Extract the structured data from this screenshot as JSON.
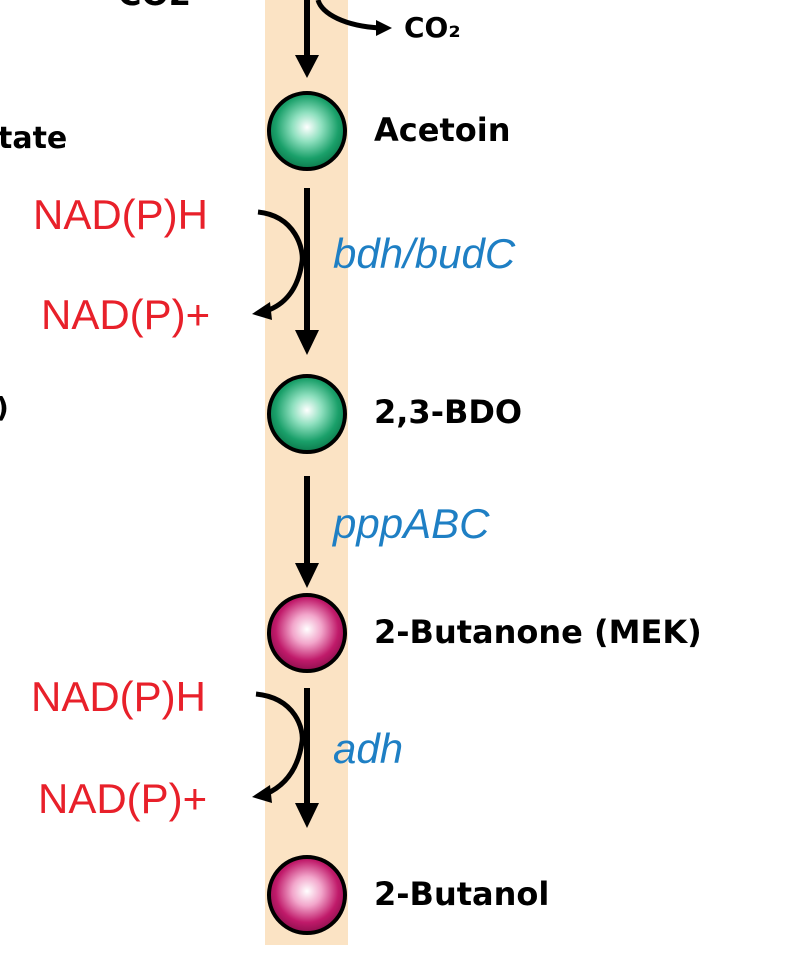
{
  "colors": {
    "band": "#fbe3c4",
    "green_node": "#1aa06a",
    "magenta_node": "#c01a6a",
    "cofactor": "#e8202a",
    "enzyme": "#1e7fc4",
    "arrow": "#000000"
  },
  "partial": {
    "top_left": "CO2",
    "left_cut": "tate",
    "left_small": ")"
  },
  "side_product": "CO₂",
  "metabolites": [
    {
      "name": "Acetoin",
      "color": "green"
    },
    {
      "name": "2,3-BDO",
      "color": "green"
    },
    {
      "name": "2-Butanone (MEK)",
      "color": "magenta"
    },
    {
      "name": "2-Butanol",
      "color": "magenta"
    }
  ],
  "enzymes": [
    "bdh/budC",
    "pppABC",
    "adh"
  ],
  "cofactors": {
    "step1_in": "NAD(P)H",
    "step1_out": "NAD(P)+",
    "step3_in": "NAD(P)H",
    "step3_out": "NAD(P)+"
  }
}
